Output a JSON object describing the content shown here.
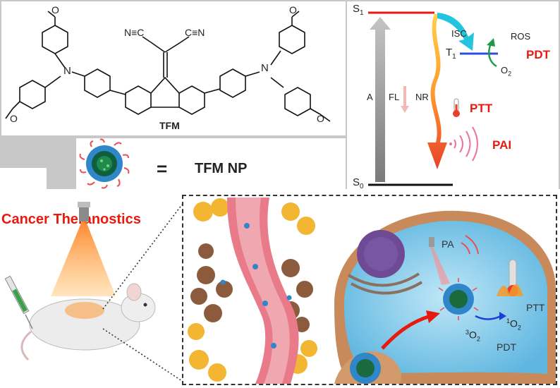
{
  "molecule": {
    "name": "TFM",
    "methoxy": "O",
    "nitrogen": "N",
    "nitrile_left": "N≡C",
    "nitrile_right": "C≡N"
  },
  "nanoparticle": {
    "equals": "=",
    "label": "TFM NP"
  },
  "jablonski": {
    "s1": "S",
    "s1_sub": "1",
    "t1": "T",
    "t1_sub": "1",
    "s0": "S",
    "s0_sub": "0",
    "absorption": "A",
    "fluorescence": "FL",
    "nonradiative": "NR",
    "isc": "ISC",
    "ros": "ROS",
    "o2": "O",
    "o2_sub": "2",
    "pdt": "PDT",
    "ptt": "PTT",
    "pai": "PAI"
  },
  "theranostics": {
    "title": "Cancer Theranostics"
  },
  "cell": {
    "pa": "PA",
    "ptt": "PTT",
    "pdt": "PDT",
    "triplet_o2_sup": "3",
    "triplet_o2": "O",
    "triplet_o2_sub": "2",
    "singlet_o2_sup": "1",
    "singlet_o2": "O",
    "singlet_o2_sub": "2"
  },
  "colors": {
    "accent_red": "#e8190f",
    "band_gray": "#c8c8c8",
    "isc_cyan": "#22c4e0",
    "t1_blue": "#2a4fd8",
    "pdt_green": "#1e9a4a"
  }
}
